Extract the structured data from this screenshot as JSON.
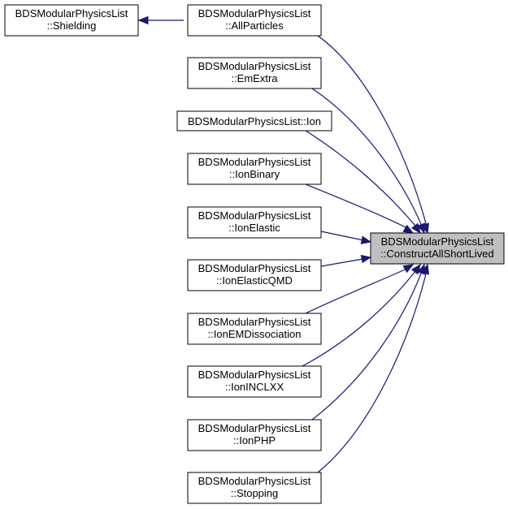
{
  "target": {
    "line1": "BDSModularPhysicsList",
    "line2": "::ConstructAllShortLived"
  },
  "shielding": {
    "line1": "BDSModularPhysicsList",
    "line2": "::Shielding"
  },
  "callers": [
    {
      "line1": "BDSModularPhysicsList",
      "line2": "::AllParticles"
    },
    {
      "line1": "BDSModularPhysicsList",
      "line2": "::EmExtra"
    },
    {
      "line1": "BDSModularPhysicsList::Ion",
      "line2": ""
    },
    {
      "line1": "BDSModularPhysicsList",
      "line2": "::IonBinary"
    },
    {
      "line1": "BDSModularPhysicsList",
      "line2": "::IonElastic"
    },
    {
      "line1": "BDSModularPhysicsList",
      "line2": "::IonElasticQMD"
    },
    {
      "line1": "BDSModularPhysicsList",
      "line2": "::IonEMDissociation"
    },
    {
      "line1": "BDSModularPhysicsList",
      "line2": "::IonINCLXX"
    },
    {
      "line1": "BDSModularPhysicsList",
      "line2": "::IonPHP"
    },
    {
      "line1": "BDSModularPhysicsList",
      "line2": "::Stopping"
    }
  ],
  "colors": {
    "edge": "#191970",
    "target_fill": "#bfbfbf",
    "node_border": "#000000"
  }
}
